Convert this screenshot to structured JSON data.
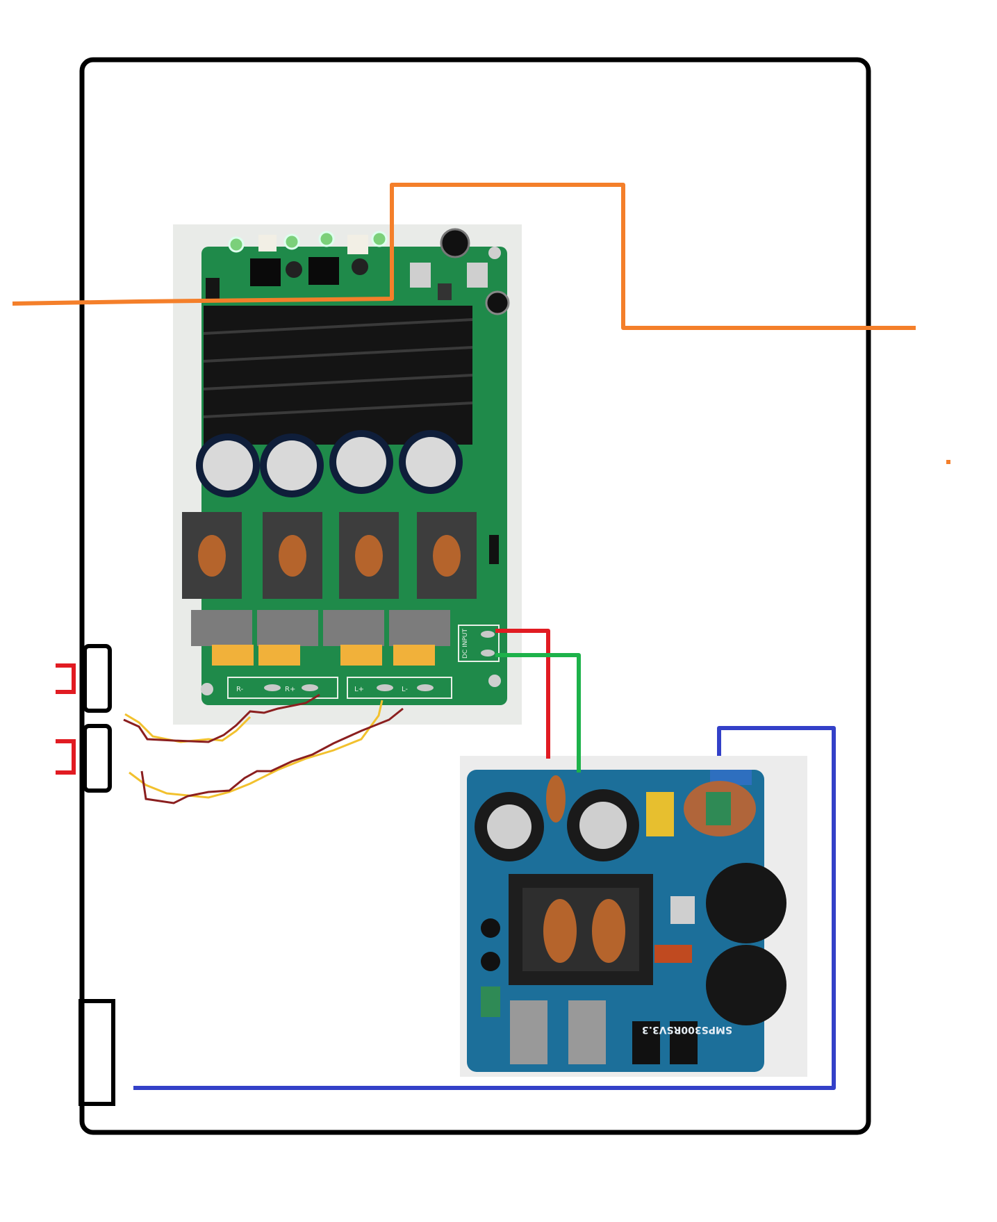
{
  "colors": {
    "enclosure": "#000000",
    "orange_wire": "#f47f2a",
    "red_wire": "#e11b22",
    "green_wire": "#1db24a",
    "blue_wire": "#3340c8",
    "yellow_wire": "#f2c12e",
    "maroon_wire": "#8b1f1f",
    "amp_pcb": "#1f8a4a",
    "psu_pcb": "#1c6f9a",
    "heatsink": "#111111"
  },
  "amp_board": {
    "labels": {
      "dc_input": "DC INPUT",
      "r_minus": "R-",
      "r_plus": "R+",
      "l_plus": "L+",
      "l_minus": "L-"
    }
  },
  "psu_board": {
    "labels": {
      "model": "SMPS300RSV3.3"
    }
  }
}
